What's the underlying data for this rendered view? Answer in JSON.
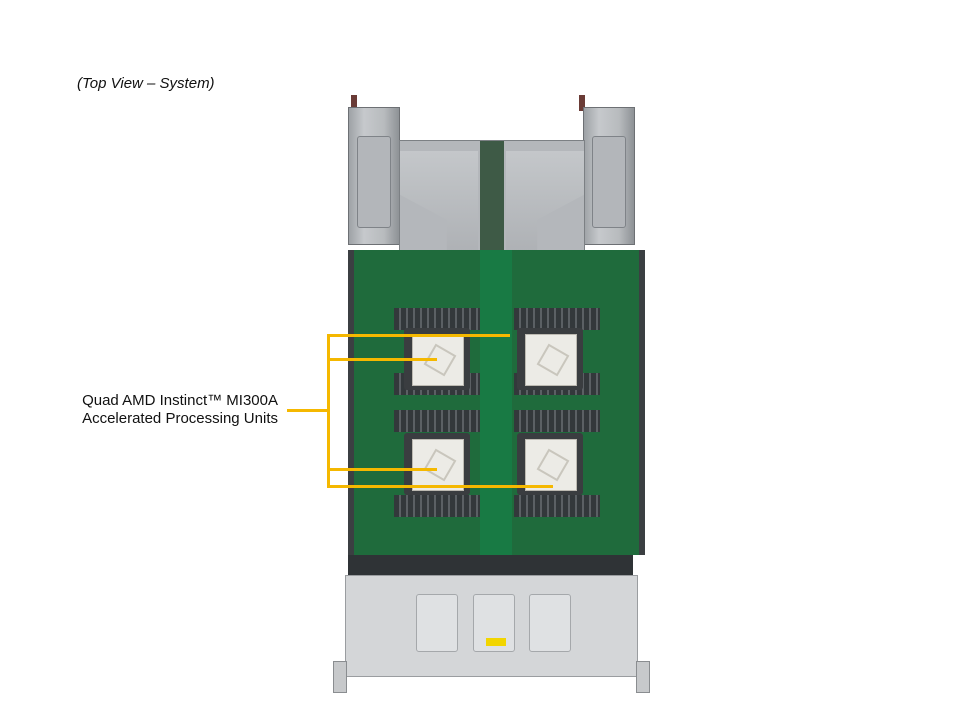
{
  "caption": "(Top View – System)",
  "callout": {
    "line1": "Quad AMD Instinct™ MI300A",
    "line2": "Accelerated Processing Units",
    "color": "#f5b800",
    "targets": [
      "apu-top-left",
      "apu-top-right",
      "apu-bottom-left",
      "apu-bottom-right"
    ]
  },
  "image": {
    "subject": "server-chassis-top-view",
    "board_color": "#1f6b3c",
    "metal_color": "#b4b7bb"
  }
}
